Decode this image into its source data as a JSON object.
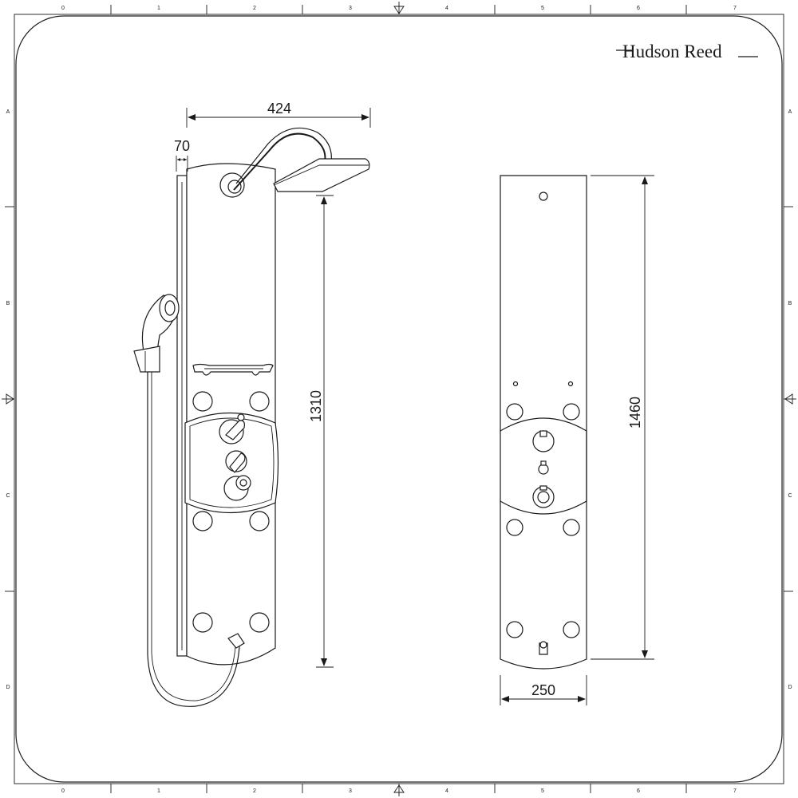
{
  "brand": {
    "name": "Hudson Reed"
  },
  "grid": {
    "columns": [
      "0",
      "1",
      "2",
      "3",
      "4",
      "5",
      "6",
      "7"
    ],
    "rows": [
      "A",
      "B",
      "C",
      "D"
    ]
  },
  "dimensions": {
    "head_reach": "424",
    "rail_depth": "70",
    "panel_height_side": "1310",
    "panel_height_front": "1460",
    "panel_width": "250"
  },
  "colors": {
    "ink": "#1a1a1a",
    "paper": "#ffffff"
  }
}
